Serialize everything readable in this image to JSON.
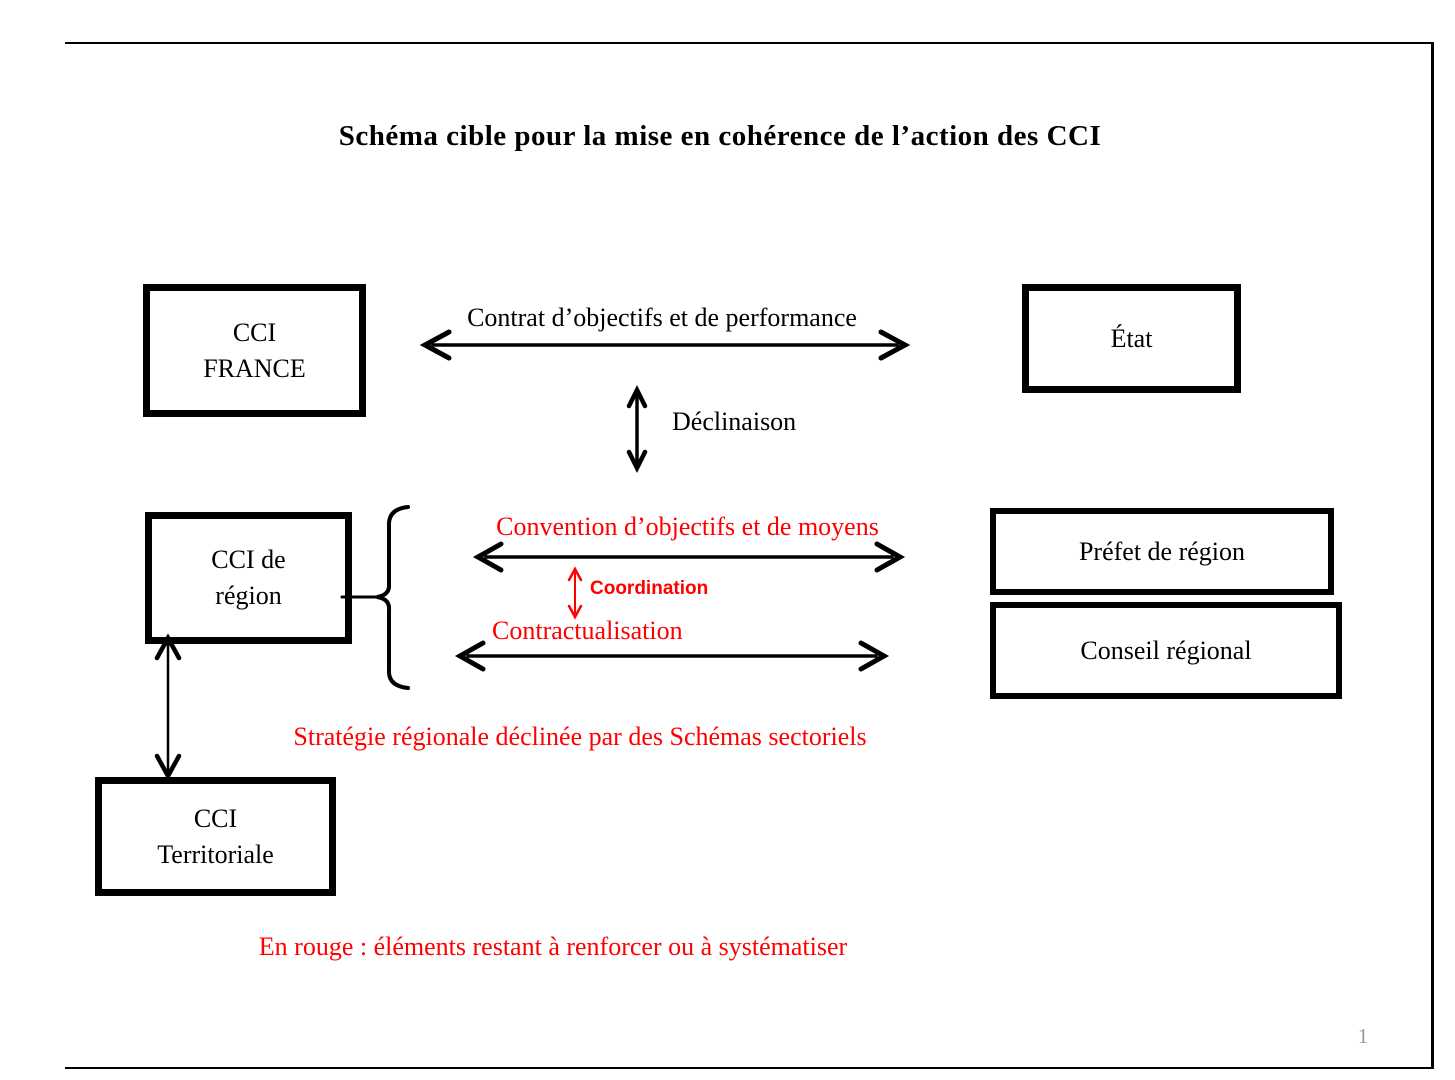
{
  "slide": {
    "title": "Schéma cible pour la mise en cohérence de l’action des CCI",
    "note": "En rouge : éléments restant à renforcer ou à systématiser",
    "page_number": "1"
  },
  "boxes": {
    "cci_france": {
      "line1": "CCI",
      "line2": "FRANCE"
    },
    "etat": {
      "label": "État"
    },
    "cci_region": {
      "line1": "CCI de",
      "line2": "région"
    },
    "prefet": {
      "label": "Préfet de région"
    },
    "conseil": {
      "label": "Conseil régional"
    },
    "cci_territoriale": {
      "line1": "CCI",
      "line2": "Territoriale"
    }
  },
  "labels": {
    "contrat": "Contrat d’objectifs  et de performance",
    "declinaison": "Déclinaison",
    "convention": "Convention d’objectifs et de moyens",
    "coordination": "Coordination",
    "contractualisation": "Contractualisation",
    "strategie": "Stratégie régionale déclinée par des Schémas sectoriels"
  },
  "colors": {
    "accent_red": "#ff0000",
    "text_black": "#000000",
    "page_number_gray": "#9a9a9a"
  }
}
